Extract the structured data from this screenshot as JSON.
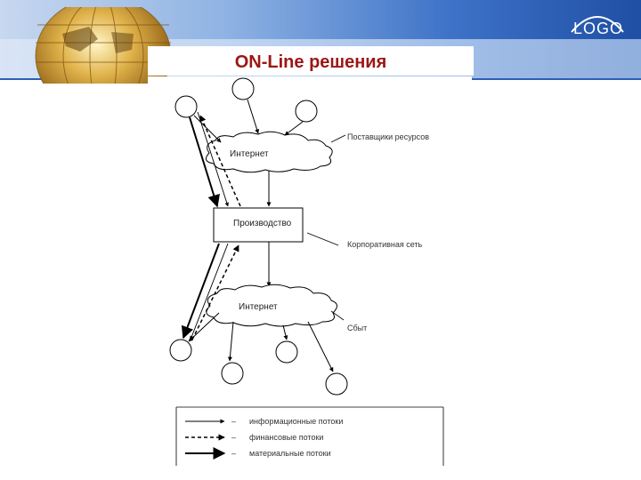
{
  "slide": {
    "title": "ON-Line решения",
    "logo_text": "LOGO"
  },
  "diagram": {
    "cloud_top_label": "Интернет",
    "cloud_bottom_label": "Интернет",
    "box_label": "Производство",
    "callout_suppliers": "Поставщики ресурсов",
    "callout_corporate": "Корпоративная сеть",
    "callout_sales": "Сбыт"
  },
  "legend": {
    "items": [
      {
        "dash": "–",
        "text": "информационные потоки"
      },
      {
        "dash": "–",
        "text": "финансовые потоки"
      },
      {
        "dash": "–",
        "text": "материальные потоки"
      }
    ]
  },
  "colors": {
    "title": "#9c1616",
    "header_blue": "#1f4fa5"
  }
}
